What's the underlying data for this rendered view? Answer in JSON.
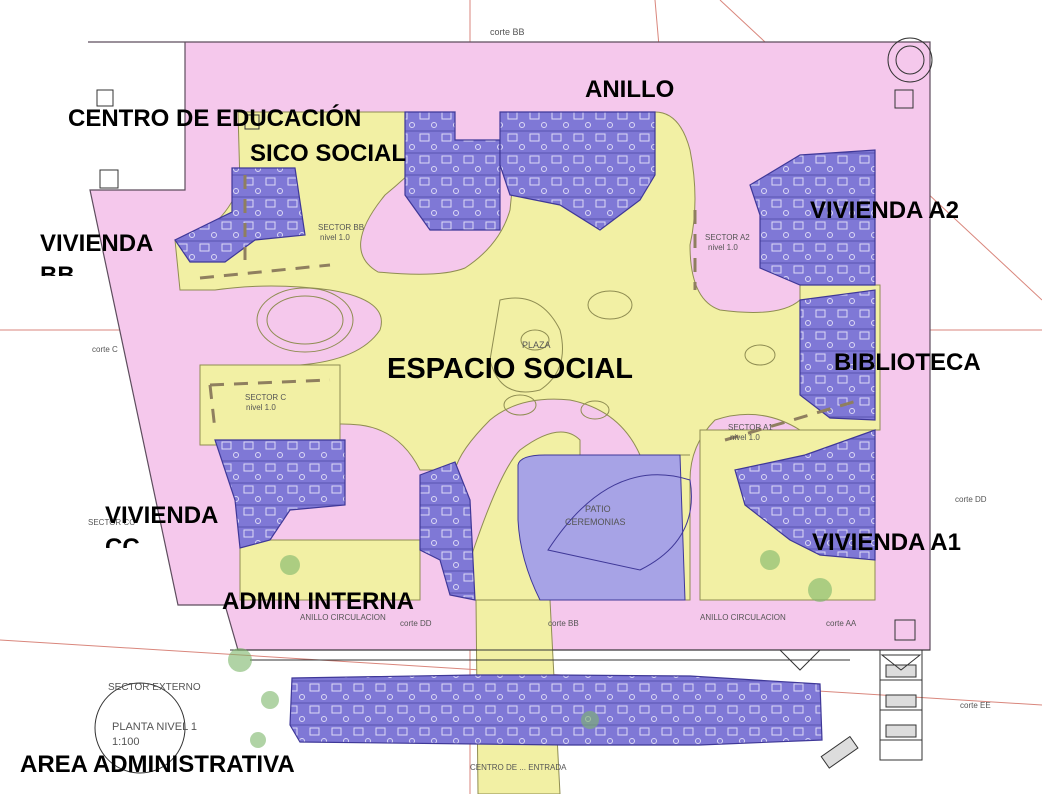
{
  "labels": {
    "anillo": "ANILLO",
    "centro_line1": "CENTRO DE EDUCACIÓN",
    "centro_line2": "SICO SOCIAL",
    "vivienda_bb_line1": "VIVIENDA",
    "vivienda_bb_line2": "BB",
    "vivienda_a2": "VIVIENDA A2",
    "espacio_social": "ESPACIO SOCIAL",
    "biblioteca": "BIBLIOTECA",
    "vivienda_cc_line1": "VIVIENDA",
    "vivienda_cc_line2": "CC",
    "vivienda_a1": "VIVIENDA A1",
    "admin_interna": "ADMIN INTERNA",
    "area_administrativa": "AREA ADMINISTRATIVA"
  },
  "plan_text": {
    "corte_top": "corte BB",
    "sector_bb": "SECTOR BB",
    "sector_bb_level": "nivel 1.0",
    "sector_a2": "SECTOR A2",
    "sector_a2_level": "nivel 1.0",
    "plaza": "PLAZA",
    "sector_c": "SECTOR C",
    "sector_c_level": "nivel 1.0",
    "sector_a1": "SECTOR A1",
    "sector_a1_level": "nivel 1.0",
    "patio_line1": "PATIO",
    "patio_line2": "CEREMONIAS",
    "sector_cc_side": "SECTOR CC",
    "corte_c": "corte C",
    "corte_dd_left": "corte DD",
    "corte_bb_bottom": "corte BB",
    "corte_aa": "corte AA",
    "anillo_left": "ANILLO CIRCULACION",
    "anillo_right": "ANILLO CIRCULACION",
    "corte_dd_right": "corte DD",
    "sector_externo": "SECTOR EXTERNO",
    "planta_line1": "PLANTA NIVEL 1",
    "planta_line2": "1:100",
    "corte_ee": "corte EE",
    "entrada": "CENTRO DE ... ENTRADA"
  },
  "colors": {
    "site": "#f5c8ec",
    "plaza": "#f2f0a4",
    "building": "#7f78d6",
    "patio": "#a7a3e6",
    "lines": "#7a6a7a",
    "red_lines": "#d9867c"
  }
}
